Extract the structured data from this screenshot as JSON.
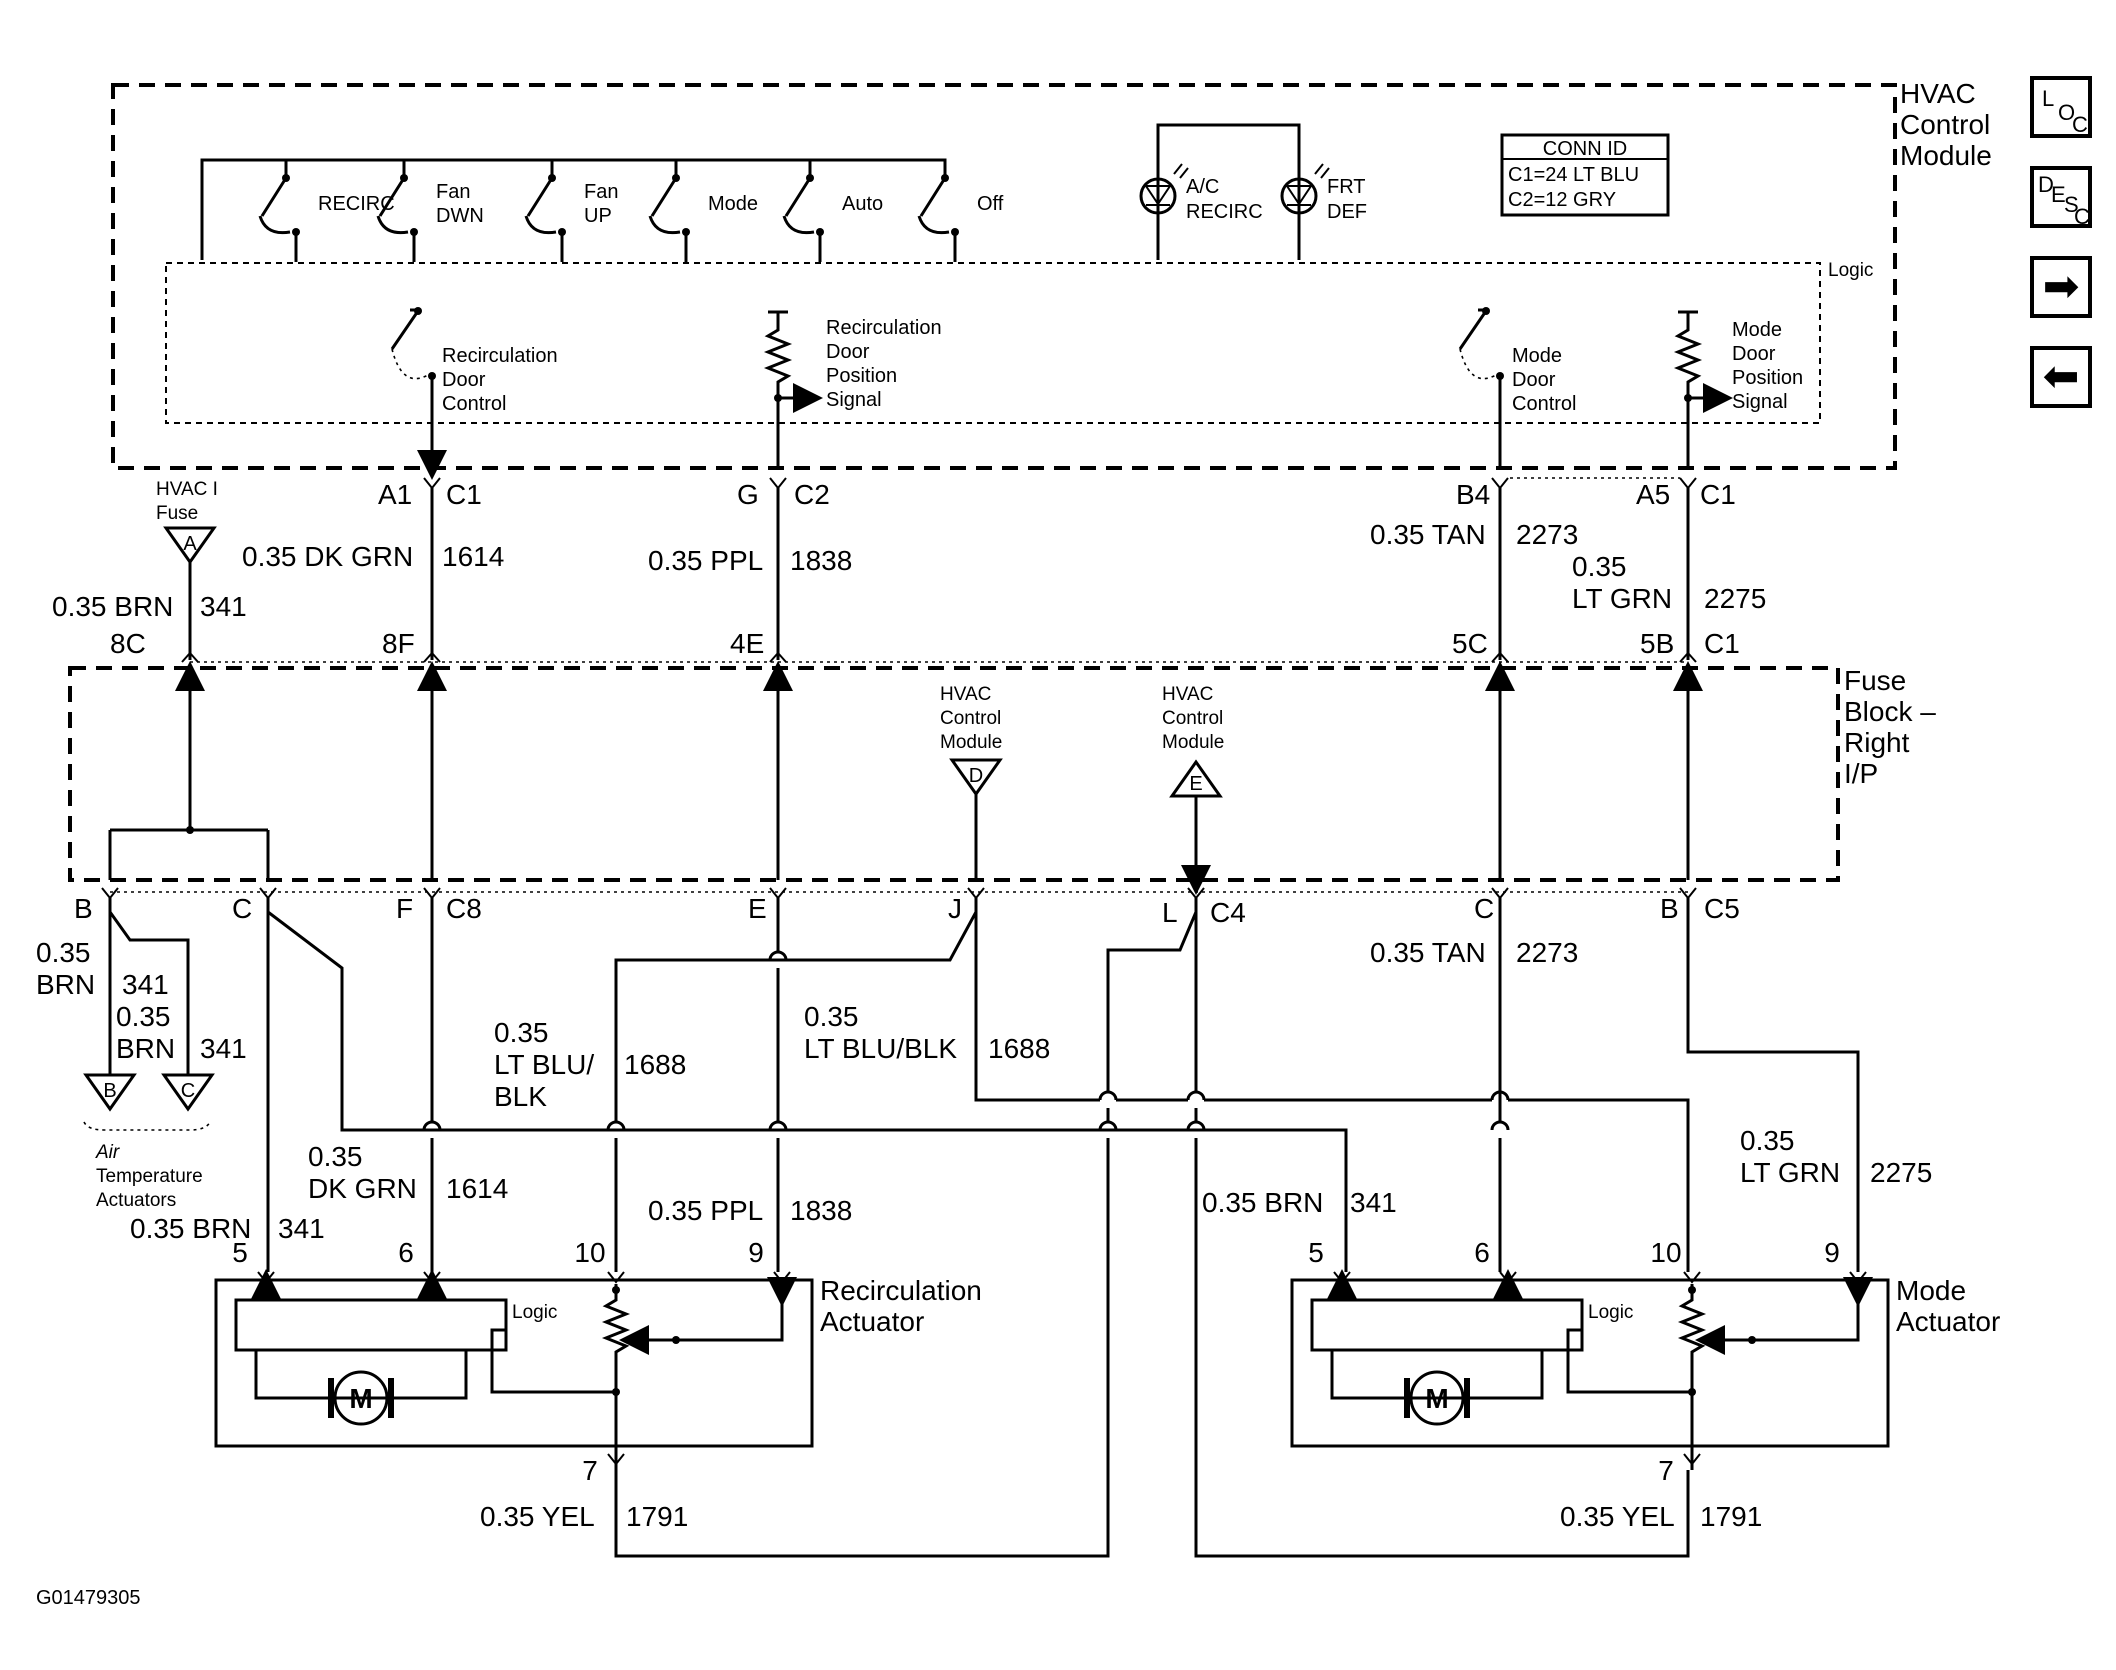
{
  "module": {
    "title_lines": [
      "HVAC",
      "Control",
      "Module"
    ],
    "switches": [
      "RECIRC",
      "Fan\nDWN",
      "Fan\nUP",
      "Mode",
      "Auto",
      "Off"
    ],
    "leds": [
      {
        "label_lines": [
          "A/C",
          "RECIRC"
        ]
      },
      {
        "label_lines": [
          "FRT",
          "DEF"
        ]
      }
    ],
    "conn_id": {
      "title": "CONN ID",
      "rows": [
        "C1=24 LT BLU",
        "C2=12 GRY"
      ]
    },
    "logic_label": "Logic",
    "internal": [
      [
        "Recirculation",
        "Door",
        "Control"
      ],
      [
        "Recirculation",
        "Door",
        "Position",
        "Signal"
      ],
      [
        "Mode",
        "Door",
        "Control"
      ],
      [
        "Mode",
        "Door",
        "Position",
        "Signal"
      ]
    ]
  },
  "nav": {
    "loc": {
      "a": "L",
      "b": "O",
      "c": "C"
    },
    "desc": {
      "a": "D",
      "b": "E",
      "c": "S",
      "d": "C"
    },
    "next": "➡",
    "prev": "⬅"
  },
  "connectors_top": {
    "a1": "A1",
    "c1": "C1",
    "g": "G",
    "c2": "C2",
    "b4": "B4",
    "a5": "A5",
    "c1b": "C1"
  },
  "wires_top": {
    "w1614": {
      "gauge": "0.35 DK GRN",
      "circuit": "1614"
    },
    "w1838": {
      "gauge": "0.35 PPL",
      "circuit": "1838"
    },
    "w2273": {
      "gauge": "0.35 TAN",
      "circuit": "2273"
    },
    "w2275": {
      "gauge_lines": [
        "0.35",
        "LT GRN"
      ],
      "circuit": "2275"
    },
    "w341": {
      "gauge": "0.35 BRN",
      "circuit": "341"
    }
  },
  "fuse": {
    "label_lines": [
      "HVAC I",
      "Fuse"
    ],
    "letter": "A"
  },
  "fuse_block": {
    "title_lines": [
      "Fuse",
      "Block –",
      "Right",
      "I/P"
    ],
    "top_pins": [
      "8C",
      "8F",
      "4E",
      "5C",
      "5B",
      "C1"
    ],
    "bottom_pins": {
      "b": "B",
      "c": "C",
      "f": "F",
      "c8": "C8",
      "e": "E",
      "j": "J",
      "l": "L",
      "c4": "C4",
      "cc": "C",
      "bb": "B",
      "c5": "C5"
    },
    "ref_d": {
      "label_lines": [
        "HVAC",
        "Control",
        "Module"
      ],
      "letter": "D"
    },
    "ref_e": {
      "label_lines": [
        "HVAC",
        "Control",
        "Module"
      ],
      "letter": "E"
    }
  },
  "wires_bottom": {
    "brn_a": {
      "gauge_lines": [
        "0.35",
        "BRN"
      ],
      "circuit": "341"
    },
    "brn_b": {
      "gauge_lines": [
        "0.35",
        "BRN"
      ],
      "circuit": "341"
    },
    "air_refs": [
      "B",
      "C"
    ],
    "air_label_lines": [
      "Air",
      "Temperature",
      "Actuators"
    ],
    "dkgrn": {
      "gauge_lines": [
        "0.35",
        "DK GRN"
      ],
      "circuit": "1614"
    },
    "brn_c": {
      "gauge": "0.35 BRN",
      "circuit": "341"
    },
    "ltblu1": {
      "gauge_lines": [
        "0.35",
        "LT BLU/",
        "BLK"
      ],
      "circuit": "1688"
    },
    "ltblu2": {
      "gauge_lines": [
        "0.35",
        "LT BLU/BLK"
      ],
      "circuit": "1688"
    },
    "ppl": {
      "gauge": "0.35 PPL",
      "circuit": "1838"
    },
    "tan": {
      "gauge": "0.35 TAN",
      "circuit": "2273"
    },
    "brn_d": {
      "gauge": "0.35 BRN",
      "circuit": "341"
    },
    "ltgrn": {
      "gauge_lines": [
        "0.35",
        "LT GRN"
      ],
      "circuit": "2275"
    },
    "yel_l": {
      "gauge": "0.35 YEL",
      "circuit": "1791"
    },
    "yel_r": {
      "gauge": "0.35 YEL",
      "circuit": "1791"
    }
  },
  "actuators": {
    "recirc": {
      "title_lines": [
        "Recirculation",
        "Actuator"
      ],
      "pins": [
        "5",
        "6",
        "10",
        "9",
        "7"
      ],
      "logic": "Logic",
      "motor": "M"
    },
    "mode": {
      "title_lines": [
        "Mode",
        "Actuator"
      ],
      "pins": [
        "5",
        "6",
        "10",
        "9",
        "7"
      ],
      "logic": "Logic",
      "motor": "M"
    }
  },
  "footer_id": "G01479305"
}
